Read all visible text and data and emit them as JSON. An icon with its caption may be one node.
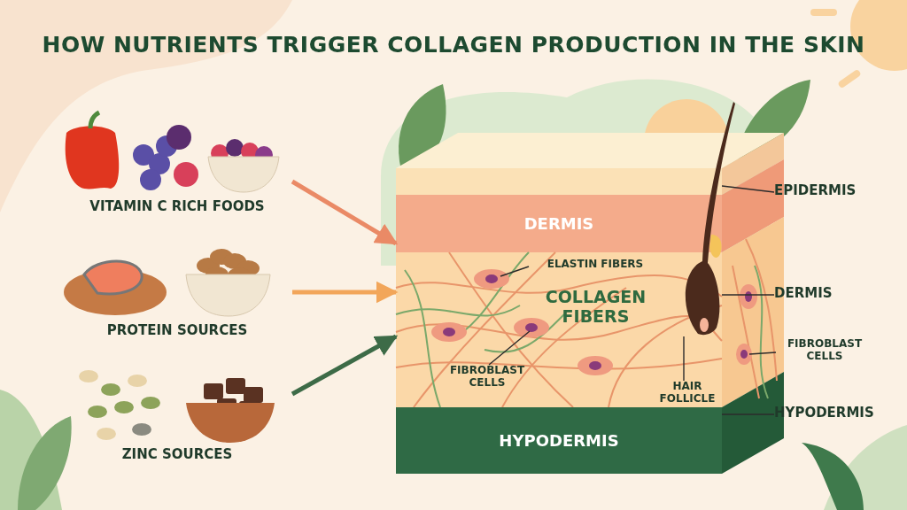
{
  "diagram": {
    "title": "HOW NUTRIENTS TRIGGER COLLAGEN PRODUCTION IN THE SKIN",
    "nodes": [
      {
        "text": [
          "VITAMIN C RICH FOODS"
        ]
      },
      {
        "text": [
          "PROTEIN SOURCES"
        ]
      },
      {
        "text": [
          "ZINC SOURCES"
        ]
      },
      {
        "text": [],
        "shape": "picture"
      },
      {
        "text": [],
        "shape": "box",
        "in": 3
      },
      {
        "text": [
          "DERMIS"
        ],
        "in": 3
      },
      {
        "text": [
          "COLLAGEN FIBERS"
        ],
        "in": 3
      },
      {
        "text": [],
        "shape": "picture",
        "in": 3
      },
      {
        "text": [
          "HYPODERMIS"
        ],
        "in": 3
      },
      {
        "text": [
          "ELASTIN FIBERS"
        ],
        "in": 6
      },
      {
        "text": [
          "FIBROBLAST CELLS"
        ],
        "in": 6
      },
      {
        "text": [
          "HAIR FOLLICLE"
        ],
        "in": 6
      },
      {
        "text": [
          "EPIDERMIS"
        ]
      },
      {
        "text": [
          "DERMIS"
        ]
      },
      {
        "text": [
          "FIBROBLAST CELLS"
        ]
      },
      {
        "text": [
          "HYPODERMIS"
        ]
      }
    ],
    "edges": [
      {
        "from": 0,
        "to": 3,
        "arrow": "to",
        "style": "thick",
        "color": "#ea8a66"
      },
      {
        "from": 1,
        "to": 3,
        "arrow": "to",
        "style": "thick",
        "color": "#f2a65a"
      },
      {
        "from": 2,
        "to": 3,
        "arrow": "to",
        "style": "thick",
        "color": "#3d6b47"
      },
      {
        "from": 9,
        "to": null,
        "arrow": "none"
      },
      {
        "from": 10,
        "to": null,
        "arrow": "none"
      },
      {
        "from": 11,
        "to": 7,
        "arrow": "none"
      },
      {
        "from": 12,
        "to": 4,
        "arrow": "none"
      },
      {
        "from": 13,
        "to": 6,
        "arrow": "none"
      },
      {
        "from": 14,
        "to": null,
        "arrow": "none"
      },
      {
        "from": 15,
        "to": 8,
        "arrow": "none"
      }
    ]
  }
}
